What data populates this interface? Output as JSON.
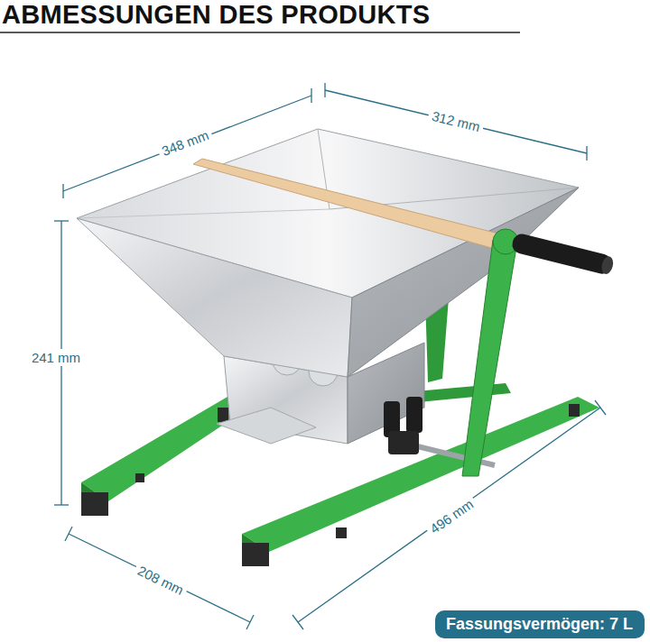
{
  "diagram": {
    "title": "ABMESSUNGEN DES PRODUKTS",
    "nodes": [
      {
        "text": [
          "Fassungsvermögen: 7 L"
        ]
      }
    ],
    "labels": [
      "348 mm",
      "312 mm",
      "241 mm",
      "496 mm",
      "208 mm"
    ]
  }
}
